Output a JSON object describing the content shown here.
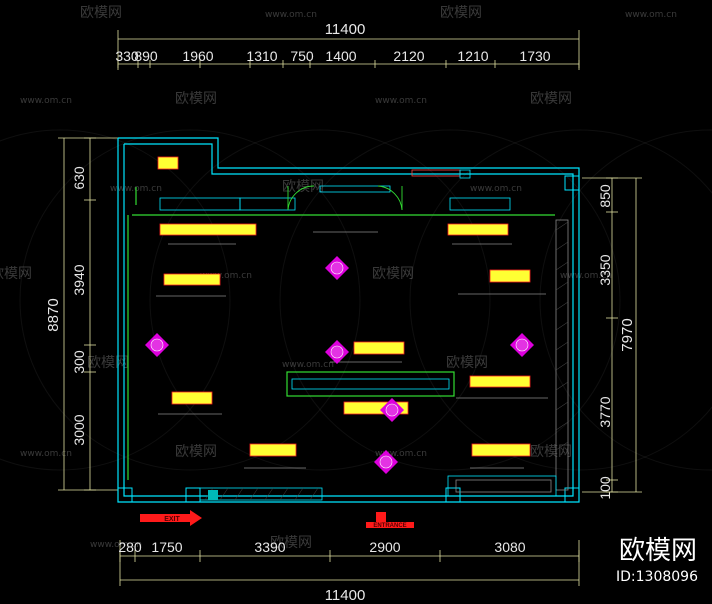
{
  "drawing": {
    "top_total": "11400",
    "top_segments": [
      "330",
      "890",
      "1960",
      "1310",
      "750",
      "1400",
      "2120",
      "1210",
      "1730"
    ],
    "bottom_total": "11400",
    "bottom_segments": [
      "280",
      "1750",
      "3390",
      "2900",
      "3080"
    ],
    "left_total": "8870",
    "left_segments": [
      "630",
      "3940",
      "300",
      "3000"
    ],
    "right_total": "7970",
    "right_segments": [
      "850",
      "3350",
      "3770",
      "100"
    ],
    "colors": {
      "wall": "#00e5ff",
      "dimension": "#e0e0a0",
      "inner_wall": "#33dd33",
      "label_bg": "#ffff33",
      "label_text": "#ff2020",
      "marker": "#dd00dd",
      "entrance": "#ff1a1a"
    },
    "symbols": {
      "entrance_left": "EXIT",
      "entrance_center": "ENTRANCE"
    }
  },
  "watermark": {
    "brand": "欧模网",
    "site": "www.om.cn",
    "id": "ID:1308096"
  }
}
